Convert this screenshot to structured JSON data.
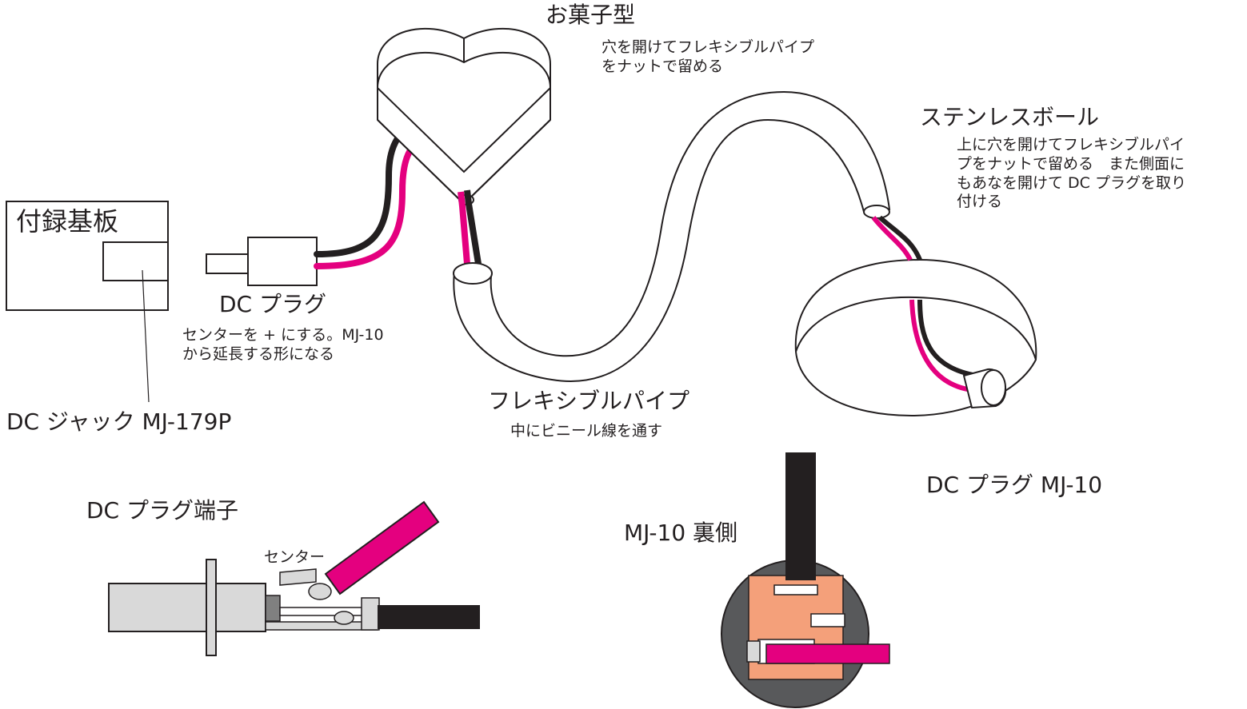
{
  "labels": {
    "board": "付録基板",
    "dc_jack": "DC ジャック MJ-179P",
    "dc_plug": "DC プラグ",
    "dc_plug_note": [
      "センターを + にする。MJ-10",
      "から延長する形になる"
    ],
    "mold": "お菓子型",
    "mold_note": [
      "穴を開けてフレキシブルパイプ",
      "をナットで留める"
    ],
    "ball": "ステンレスボール",
    "ball_note": [
      "上に穴を開けてフレキシブルパイ",
      "プをナットで留める　また側面に",
      "もあなを開けて DC プラグを取り",
      "付ける"
    ],
    "pipe": "フレキシブルパイプ",
    "pipe_note": "中にビニール線を通す",
    "plug_mj10": "DC プラグ MJ-10",
    "plug_terminal": "DC プラグ端子",
    "center": "センター",
    "mj10_back": "MJ-10 裏側"
  },
  "colors": {
    "wire_pink": "#e4007f",
    "wire_black": "#231f20",
    "plug_grey": "#d9d9d9",
    "board_orange": "#f4a07a",
    "back_circle": "#58595b"
  }
}
